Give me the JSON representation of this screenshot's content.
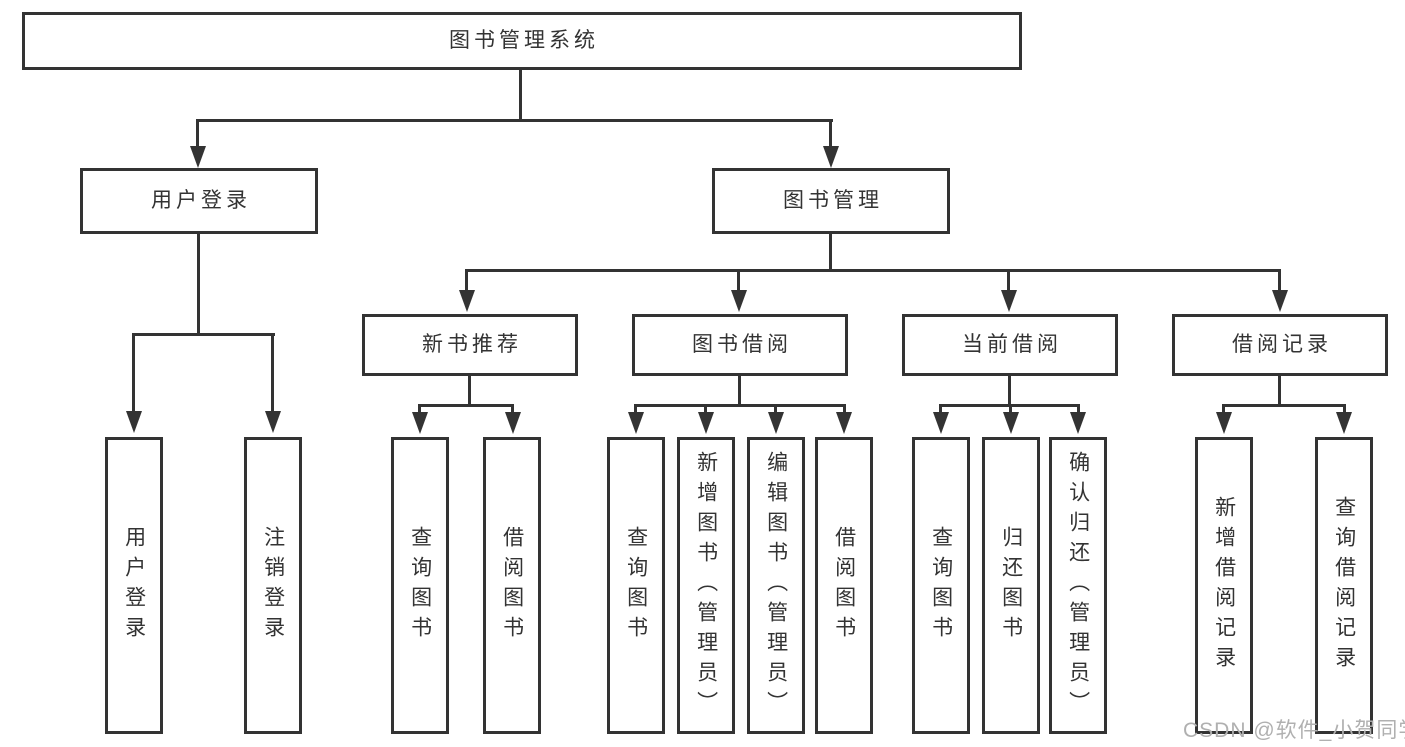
{
  "diagram": {
    "root": {
      "label": "图书管理系统"
    },
    "children": [
      {
        "label": "用户登录",
        "children": [
          {
            "label": "用户登录"
          },
          {
            "label": "注销登录"
          }
        ]
      },
      {
        "label": "图书管理",
        "children": [
          {
            "label": "新书推荐",
            "children": [
              {
                "label": "查询图书"
              },
              {
                "label": "借阅图书"
              }
            ]
          },
          {
            "label": "图书借阅",
            "children": [
              {
                "label": "查询图书"
              },
              {
                "label": "新增图书（管理员）"
              },
              {
                "label": "编辑图书（管理员）"
              },
              {
                "label": "借阅图书"
              }
            ]
          },
          {
            "label": "当前借阅",
            "children": [
              {
                "label": "查询图书"
              },
              {
                "label": "归还图书"
              },
              {
                "label": "确认归还（管理员）"
              }
            ]
          },
          {
            "label": "借阅记录",
            "children": [
              {
                "label": "新增借阅记录"
              },
              {
                "label": "查询借阅记录"
              }
            ]
          }
        ]
      }
    ]
  },
  "watermark": {
    "text": "CSDN @软件_小贺同学"
  },
  "colors": {
    "line": "#333333",
    "text": "#333333",
    "watermark": "#b0b0b0",
    "background": "#ffffff"
  }
}
